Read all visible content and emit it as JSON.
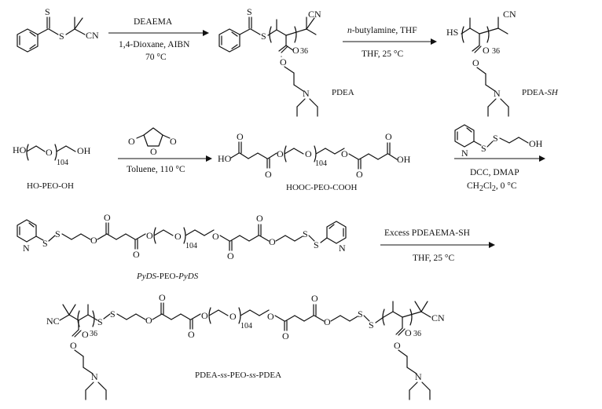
{
  "reactions": [
    {
      "above": "DEAEMA",
      "below": "1,4-Dioxane, AIBN",
      "below2": "70 °C"
    },
    {
      "above_prefix": "n",
      "above_rest": "-butylamine, THF",
      "below": "THF, 25 °C"
    },
    {
      "below": "Toluene, 110 °C"
    },
    {
      "above": "",
      "below": "DCC, DMAP",
      "below2_main": "CH",
      "below2_sub": "2",
      "below2_main2": "Cl",
      "below2_sub2": "2",
      "below2_rest": ", 0 °C"
    },
    {
      "above": "Excess PDEAEMA-SH",
      "below": "THF, 25 °C"
    }
  ],
  "compounds": {
    "pdea": "PDEA",
    "pdea_sh_prefix": "PDEA-",
    "pdea_sh_suffix": "SH",
    "ho_peo_oh": "HO-PEO-OH",
    "hooc_peo_cooh": "HOOC-PEO-COOH",
    "pyds_peo_1": "PyDS",
    "pyds_peo_mid": "-PEO-",
    "pyds_peo_2": "PyDS",
    "final_1": "PDEA-",
    "final_ss1": "ss",
    "final_mid": "-PEO-",
    "final_ss2": "ss",
    "final_2": "-PDEA"
  },
  "atoms": {
    "S": "S",
    "CN": "CN",
    "O": "O",
    "N": "N",
    "HS": "HS",
    "HO": "HO",
    "OH": "OH",
    "NC": "NC"
  },
  "subscripts": {
    "n36": "36",
    "n104": "104"
  }
}
